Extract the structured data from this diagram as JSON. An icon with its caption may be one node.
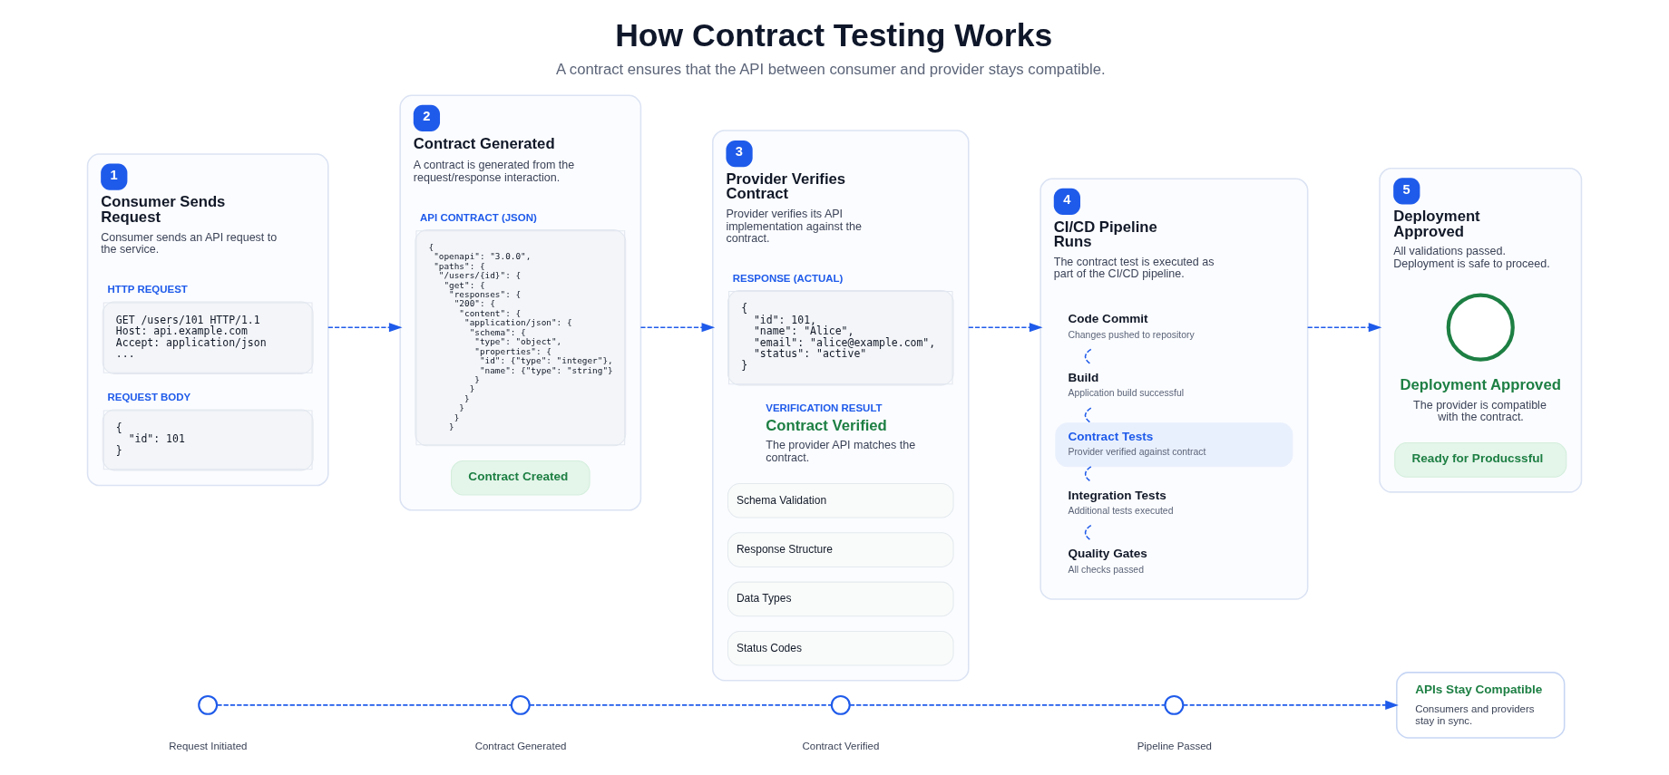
{
  "diagram": {
    "title": "How Contract Testing Works",
    "caption": "A contract ensures that the API between consumer and provider stays compatible.",
    "nodes": [
      {
        "text": [
          "1",
          "Consumer Sends Request",
          "Consumer sends an API request to the service."
        ]
      },
      {
        "text": [
          "HTTP REQUEST",
          "GET /users/101 HTTP/1.1",
          "Host: api.example.com",
          "Accept: application/json",
          "..."
        ],
        "in": 0
      },
      {
        "text": [
          "REQUEST BODY",
          "{",
          "\"id\": 101",
          "}"
        ],
        "in": 0
      },
      {
        "text": [
          "2",
          "Contract Generated",
          "A contract is generated from the request/response interaction."
        ]
      },
      {
        "text": [
          "API CONTRACT (JSON)",
          "{",
          "\"openapi\": \"3.0.0\",",
          "\"paths\": {",
          "\"/users/{id}\": {",
          "\"get\": {",
          "\"responses\": {",
          "\"200\": {",
          "\"content\": {",
          "\"application/json\": {",
          "\"schema\": {",
          "\"type\": \"object\",",
          "\"properties\": {",
          "\"id\": {\"type\": \"integer\"},",
          "\"name\": {\"type\": \"string\"}",
          "}",
          "}",
          "}",
          "}",
          "}",
          "}"
        ],
        "in": 3
      },
      {
        "text": [
          "Contract Created"
        ],
        "in": 3
      },
      {
        "text": [
          "3",
          "Provider Verifies Contract",
          "Provider verifies its API implementation against the contract."
        ]
      },
      {
        "text": [
          "RESPONSE (ACTUAL)",
          "{",
          "\"id\": 101,",
          "\"name\": \"Alice\",",
          "\"email\": \"alice@example.com\",",
          "\"status\": \"active\"",
          "}"
        ],
        "in": 6
      },
      {
        "text": [
          "Schema Validation"
        ],
        "in": 6
      },
      {
        "text": [
          "Response Structure"
        ],
        "in": 6
      },
      {
        "text": [
          "Data Types"
        ],
        "in": 6
      },
      {
        "text": [
          "Status Codes"
        ],
        "in": 6
      },
      {
        "text": [
          "4",
          "CI/CD Pipeline Runs",
          "The contract test is executed as part of the CI/CD pipeline."
        ]
      },
      {
        "text": [
          "Code Commit",
          "Changes pushed to repository"
        ],
        "in": 12
      },
      {
        "text": [
          "Build",
          "Application build successful"
        ],
        "in": 12
      },
      {
        "text": [
          "Contract Tests",
          "Provider verified against contract"
        ],
        "in": 12
      },
      {
        "text": [
          "Integration Tests",
          "Additional tests executed"
        ],
        "in": 12
      },
      {
        "text": [
          "Quality Gates",
          "All checks passed"
        ],
        "in": 12
      },
      {
        "text": [
          "5",
          "Deployment Approved",
          "All validations passed. Deployment is safe to proceed."
        ]
      },
      {
        "text": [],
        "shape": "circle",
        "in": 18
      },
      {
        "text": [
          "Ready for Producssful"
        ],
        "in": 18
      },
      {
        "text": [],
        "shape": "circle",
        "beside": [
          "Request Initiated"
        ]
      },
      {
        "text": [],
        "shape": "circle",
        "beside": [
          "Contract Generated"
        ]
      },
      {
        "text": [],
        "shape": "circle",
        "beside": [
          "Contract Verified"
        ]
      },
      {
        "text": [],
        "shape": "circle",
        "beside": [
          "Pipeline Passed"
        ]
      },
      {
        "text": [
          "APIs Stay Compatible",
          "Consumers and providers stay in sync."
        ]
      }
    ],
    "edges": [
      {
        "from": 0,
        "to": 3,
        "arrow": "to",
        "style": "dashed"
      },
      {
        "from": 3,
        "to": 6,
        "arrow": "to",
        "style": "dashed"
      },
      {
        "from": 6,
        "to": 12,
        "arrow": "to",
        "style": "dashed"
      },
      {
        "from": 12,
        "to": 18,
        "arrow": "to",
        "style": "dashed"
      },
      {
        "from": 13,
        "to": 14,
        "arrow": "none",
        "style": "dashed"
      },
      {
        "from": 14,
        "to": 15,
        "arrow": "none",
        "style": "dashed"
      },
      {
        "from": 15,
        "to": 16,
        "arrow": "none",
        "style": "dashed"
      },
      {
        "from": 16,
        "to": 17,
        "arrow": "none",
        "style": "dashed"
      },
      {
        "from": 21,
        "to": 22,
        "arrow": "none",
        "style": "dashed"
      },
      {
        "from": 22,
        "to": 23,
        "arrow": "none",
        "style": "dashed"
      },
      {
        "from": 23,
        "to": 24,
        "arrow": "none",
        "style": "dashed"
      },
      {
        "from": 24,
        "to": 25,
        "arrow": "to",
        "style": "dashed"
      }
    ],
    "labels": [
      "VERIFICATION RESULT",
      "Contract Verified",
      "The provider API matches the contract.",
      "Deployment Approved",
      "The provider is compatible with the contract."
    ]
  }
}
